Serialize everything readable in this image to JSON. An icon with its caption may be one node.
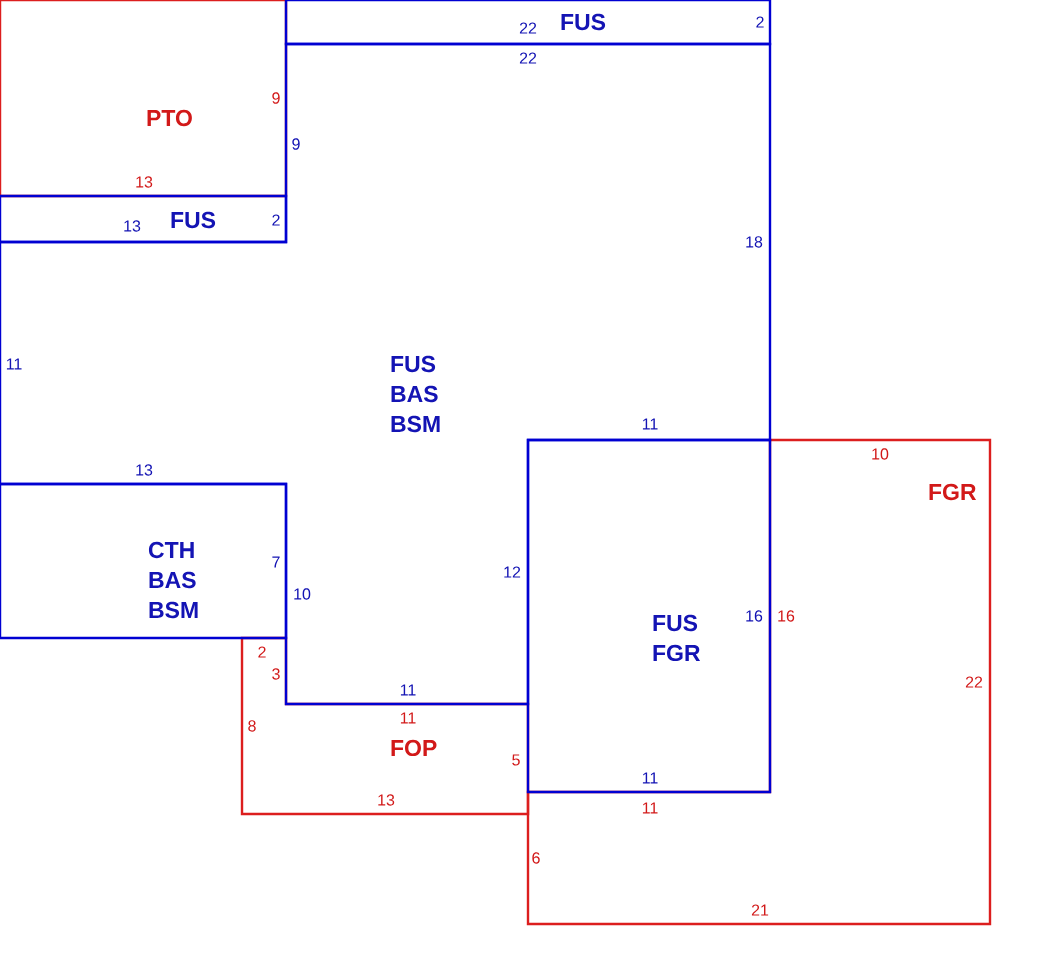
{
  "diagram": {
    "nodes": [
      {
        "text": [
          "PTO"
        ]
      },
      {
        "text": [
          "FUS"
        ]
      },
      {
        "text": [
          "FUS"
        ]
      },
      {
        "text": [
          "FUS BAS BSM"
        ]
      },
      {
        "text": [
          "CTH BAS BSM"
        ]
      },
      {
        "text": [
          "FUS FGR"
        ]
      },
      {
        "text": [
          "FOP"
        ]
      },
      {
        "text": [
          "FGR"
        ]
      }
    ],
    "labels": [
      "22",
      "2",
      "22",
      "9",
      "9",
      "13",
      "13",
      "2",
      "18",
      "11",
      "11",
      "10",
      "13",
      "12",
      "7",
      "10",
      "16",
      "16",
      "2",
      "3",
      "22",
      "11",
      "11",
      "8",
      "5",
      "11",
      "11",
      "13",
      "6",
      "21"
    ]
  }
}
